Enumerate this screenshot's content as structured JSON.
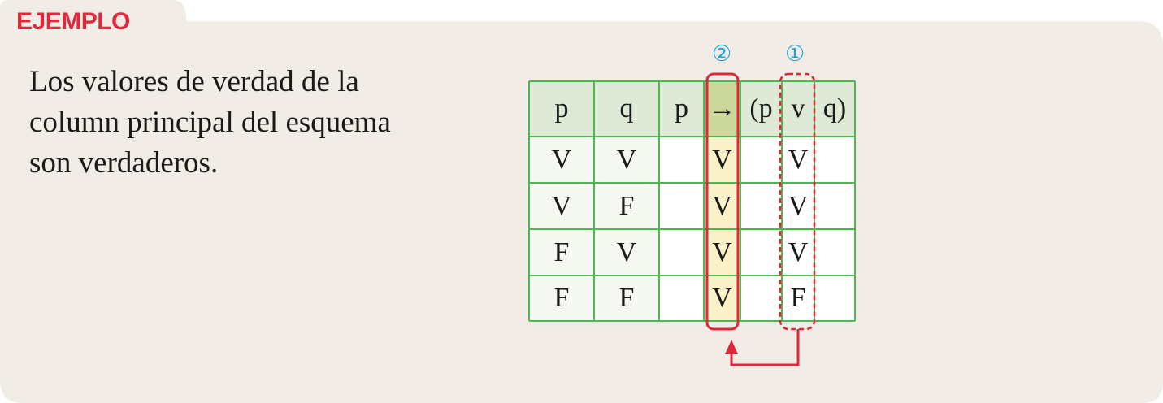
{
  "section_label": "EJEMPLO",
  "description": {
    "line1": "Los valores de verdad de la",
    "line2": "column principal del esquema",
    "line3": "son verdaderos."
  },
  "table": {
    "headers": [
      "p",
      "q",
      "p",
      "→",
      "(p",
      "v",
      "q)"
    ],
    "rows": [
      [
        "V",
        "V",
        "",
        "V",
        "",
        "V",
        ""
      ],
      [
        "V",
        "F",
        "",
        "V",
        "",
        "V",
        ""
      ],
      [
        "F",
        "V",
        "",
        "V",
        "",
        "V",
        ""
      ],
      [
        "F",
        "F",
        "",
        "V",
        "",
        "F",
        ""
      ]
    ]
  },
  "step_markers": {
    "main_column": "②",
    "first_column": "①"
  },
  "colors": {
    "accent_red": "#e0283c",
    "grid_green": "#4cb84f",
    "marker_blue": "#1ba3d9",
    "panel_bg": "#f1ede6"
  }
}
